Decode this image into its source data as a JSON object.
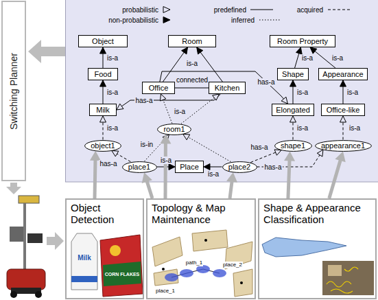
{
  "diagram": {
    "nodes": [
      {
        "text": [
          "Switching Planner"
        ]
      },
      {
        "text": [
          "Object"
        ]
      },
      {
        "text": [
          "Room"
        ]
      },
      {
        "text": [
          "Room Property"
        ]
      },
      {
        "text": [
          "Food"
        ]
      },
      {
        "text": [
          "Shape"
        ]
      },
      {
        "text": [
          "Appearance"
        ]
      },
      {
        "text": [
          "Office"
        ]
      },
      {
        "text": [
          "Kitchen"
        ]
      },
      {
        "text": [
          "Milk"
        ]
      },
      {
        "text": [
          "Elongated"
        ]
      },
      {
        "text": [
          "Office-like"
        ]
      },
      {
        "text": [
          "room1"
        ]
      },
      {
        "text": [
          "object1"
        ]
      },
      {
        "text": [
          "shape1"
        ]
      },
      {
        "text": [
          "appearance1"
        ]
      },
      {
        "text": [
          "place1"
        ]
      },
      {
        "text": [
          "Place"
        ]
      },
      {
        "text": [
          "place2"
        ]
      },
      {
        "text": [
          "Object Detection"
        ]
      },
      {
        "text": [
          "Topology & Map Maintenance"
        ]
      },
      {
        "text": [
          "Shape & Appearance Classification"
        ]
      }
    ],
    "edges": [
      {
        "from": 4,
        "to": 1,
        "arrow": "to",
        "label": "is-a"
      },
      {
        "from": 9,
        "to": 4,
        "arrow": "to",
        "label": "is-a"
      },
      {
        "from": 7,
        "to": 2,
        "arrow": "to",
        "label": "is-a"
      },
      {
        "from": 8,
        "to": 2,
        "arrow": "to"
      },
      {
        "from": 5,
        "to": 3,
        "arrow": "to",
        "label": "is-a"
      },
      {
        "from": 6,
        "to": 3,
        "arrow": "to",
        "label": "is-a"
      },
      {
        "from": 10,
        "to": 5,
        "arrow": "to",
        "label": "is-a"
      },
      {
        "from": 11,
        "to": 6,
        "arrow": "to",
        "label": "is-a"
      },
      {
        "from": 7,
        "to": 8,
        "arrow": "none",
        "label": "connected"
      },
      {
        "from": 7,
        "to": 10,
        "arrow": "to",
        "label": "has-a"
      },
      {
        "from": 8,
        "to": 9,
        "arrow": "to",
        "label": "has-a"
      },
      {
        "from": 13,
        "to": 9,
        "arrow": "to",
        "label": "is-a"
      },
      {
        "from": 12,
        "to": 7,
        "arrow": "to",
        "label": "is-a"
      },
      {
        "from": 12,
        "to": 8,
        "arrow": "to"
      },
      {
        "from": 16,
        "to": 13,
        "arrow": "to",
        "label": "has-a"
      },
      {
        "from": 16,
        "to": 12,
        "arrow": "to",
        "label": "is-in"
      },
      {
        "from": 16,
        "to": 17,
        "arrow": "to",
        "label": "is-a"
      },
      {
        "from": 18,
        "to": 17,
        "arrow": "to",
        "label": "is-a"
      },
      {
        "from": 18,
        "to": 12,
        "arrow": "to"
      },
      {
        "from": 18,
        "to": 14,
        "arrow": "to",
        "label": "has-a"
      },
      {
        "from": 18,
        "to": 15,
        "arrow": "to",
        "label": "has-a"
      },
      {
        "from": 14,
        "to": 10,
        "arrow": "to",
        "label": "is-a"
      },
      {
        "from": 15,
        "to": 11,
        "arrow": "to",
        "label": "is-a"
      },
      {
        "from": 19,
        "to": 13,
        "arrow": "to"
      },
      {
        "from": 20,
        "to": 16,
        "arrow": "to"
      },
      {
        "from": 20,
        "to": 12,
        "arrow": "to"
      },
      {
        "from": 20,
        "to": 18,
        "arrow": "to"
      },
      {
        "from": 21,
        "to": 14,
        "arrow": "to"
      },
      {
        "from": 21,
        "to": 15,
        "arrow": "to"
      }
    ],
    "labels": [
      "Milk",
      "CORN FLAKES",
      "place_1",
      "path_1",
      "place_2"
    ],
    "legend": [
      {
        "text": "probabilistic"
      },
      {
        "text": "predefined"
      },
      {
        "text": "acquired"
      },
      {
        "text": "non-probabilistic"
      },
      {
        "text": "inferred"
      }
    ]
  }
}
